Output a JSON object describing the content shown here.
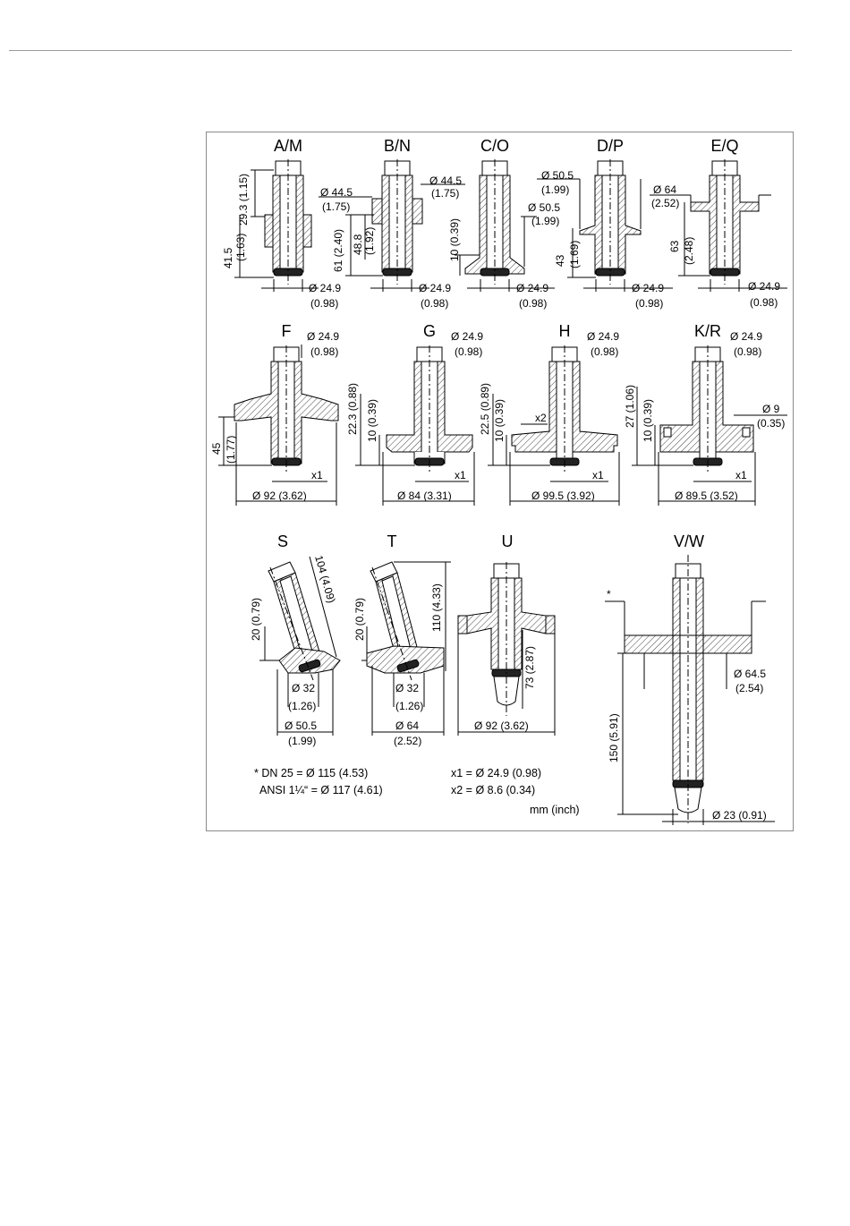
{
  "variants": {
    "am": {
      "label": "A/M",
      "dims": [
        "29.3 (1.15)",
        "41.5",
        "(1.63)",
        "Ø 24.9",
        "(0.98)"
      ]
    },
    "bn": {
      "label": "B/N",
      "dims": [
        "Ø 44.5",
        "(1.75)",
        "Ø 44.5",
        "(1.75)",
        "61 (2.40)",
        "48.8",
        "(1.92)",
        "Ø 24.9",
        "(0.98)"
      ]
    },
    "co": {
      "label": "C/O",
      "dims": [
        "Ø 50.5",
        "(1.99)",
        "10 (0.39)",
        "Ø 24.9",
        "(0.98)"
      ]
    },
    "dp": {
      "label": "D/P",
      "dims": [
        "Ø 50.5",
        "(1.99)",
        "43",
        "(1.69)",
        "Ø 24.9",
        "(0.98)"
      ]
    },
    "eq": {
      "label": "E/Q",
      "dims": [
        "Ø 64",
        "(2.52)",
        "63",
        "(2.48)",
        "Ø 24.9",
        "(0.98)"
      ]
    },
    "f": {
      "label": "F",
      "dims": [
        "Ø 24.9",
        "(0.98)",
        "45",
        "(1.77)",
        "x1",
        "Ø 92 (3.62)"
      ]
    },
    "g": {
      "label": "G",
      "dims": [
        "Ø 24.9",
        "(0.98)",
        "22.3 (0.88)",
        "10 (0.39)",
        "x1",
        "Ø 84 (3.31)"
      ]
    },
    "h": {
      "label": "H",
      "dims": [
        "Ø 24.9",
        "(0.98)",
        "22.5 (0.89)",
        "10 (0.39)",
        "x2",
        "x1",
        "Ø 99.5 (3.92)"
      ]
    },
    "kr": {
      "label": "K/R",
      "dims": [
        "Ø 24.9",
        "(0.98)",
        "27 (1.06)",
        "10 (0.39)",
        "Ø 9",
        "(0.35)",
        "x1",
        "Ø 89.5 (3.52)"
      ]
    },
    "s": {
      "label": "S",
      "dims": [
        "104 (4.09)",
        "20 (0.79)",
        "Ø 32",
        "(1.26)",
        "Ø 50.5",
        "(1.99)"
      ]
    },
    "t": {
      "label": "T",
      "dims": [
        "20 (0.79)",
        "110 (4.33)",
        "Ø 32",
        "(1.26)",
        "Ø 64",
        "(2.52)"
      ]
    },
    "u": {
      "label": "U",
      "dims": [
        "73 (2.87)",
        "Ø 92 (3.62)"
      ]
    },
    "vw": {
      "label": "V/W",
      "dims": [
        "*",
        "Ø 64.5",
        "(2.54)",
        "150 (5.91)",
        "Ø 23 (0.91)"
      ]
    }
  },
  "notes": {
    "dn25": "* DN 25 = Ø 115 (4.53)",
    "ansi": "ANSI 1¼“ = Ø 117 (4.61)",
    "x1": "x1 = Ø 24.9 (0.98)",
    "x2": "x2 = Ø 8.6 (0.34)",
    "units": "mm (inch)"
  },
  "colors": {
    "line": "#000000",
    "frame": "#8a8a8a",
    "rule": "#9a9a9a",
    "hatch": "#444444"
  }
}
